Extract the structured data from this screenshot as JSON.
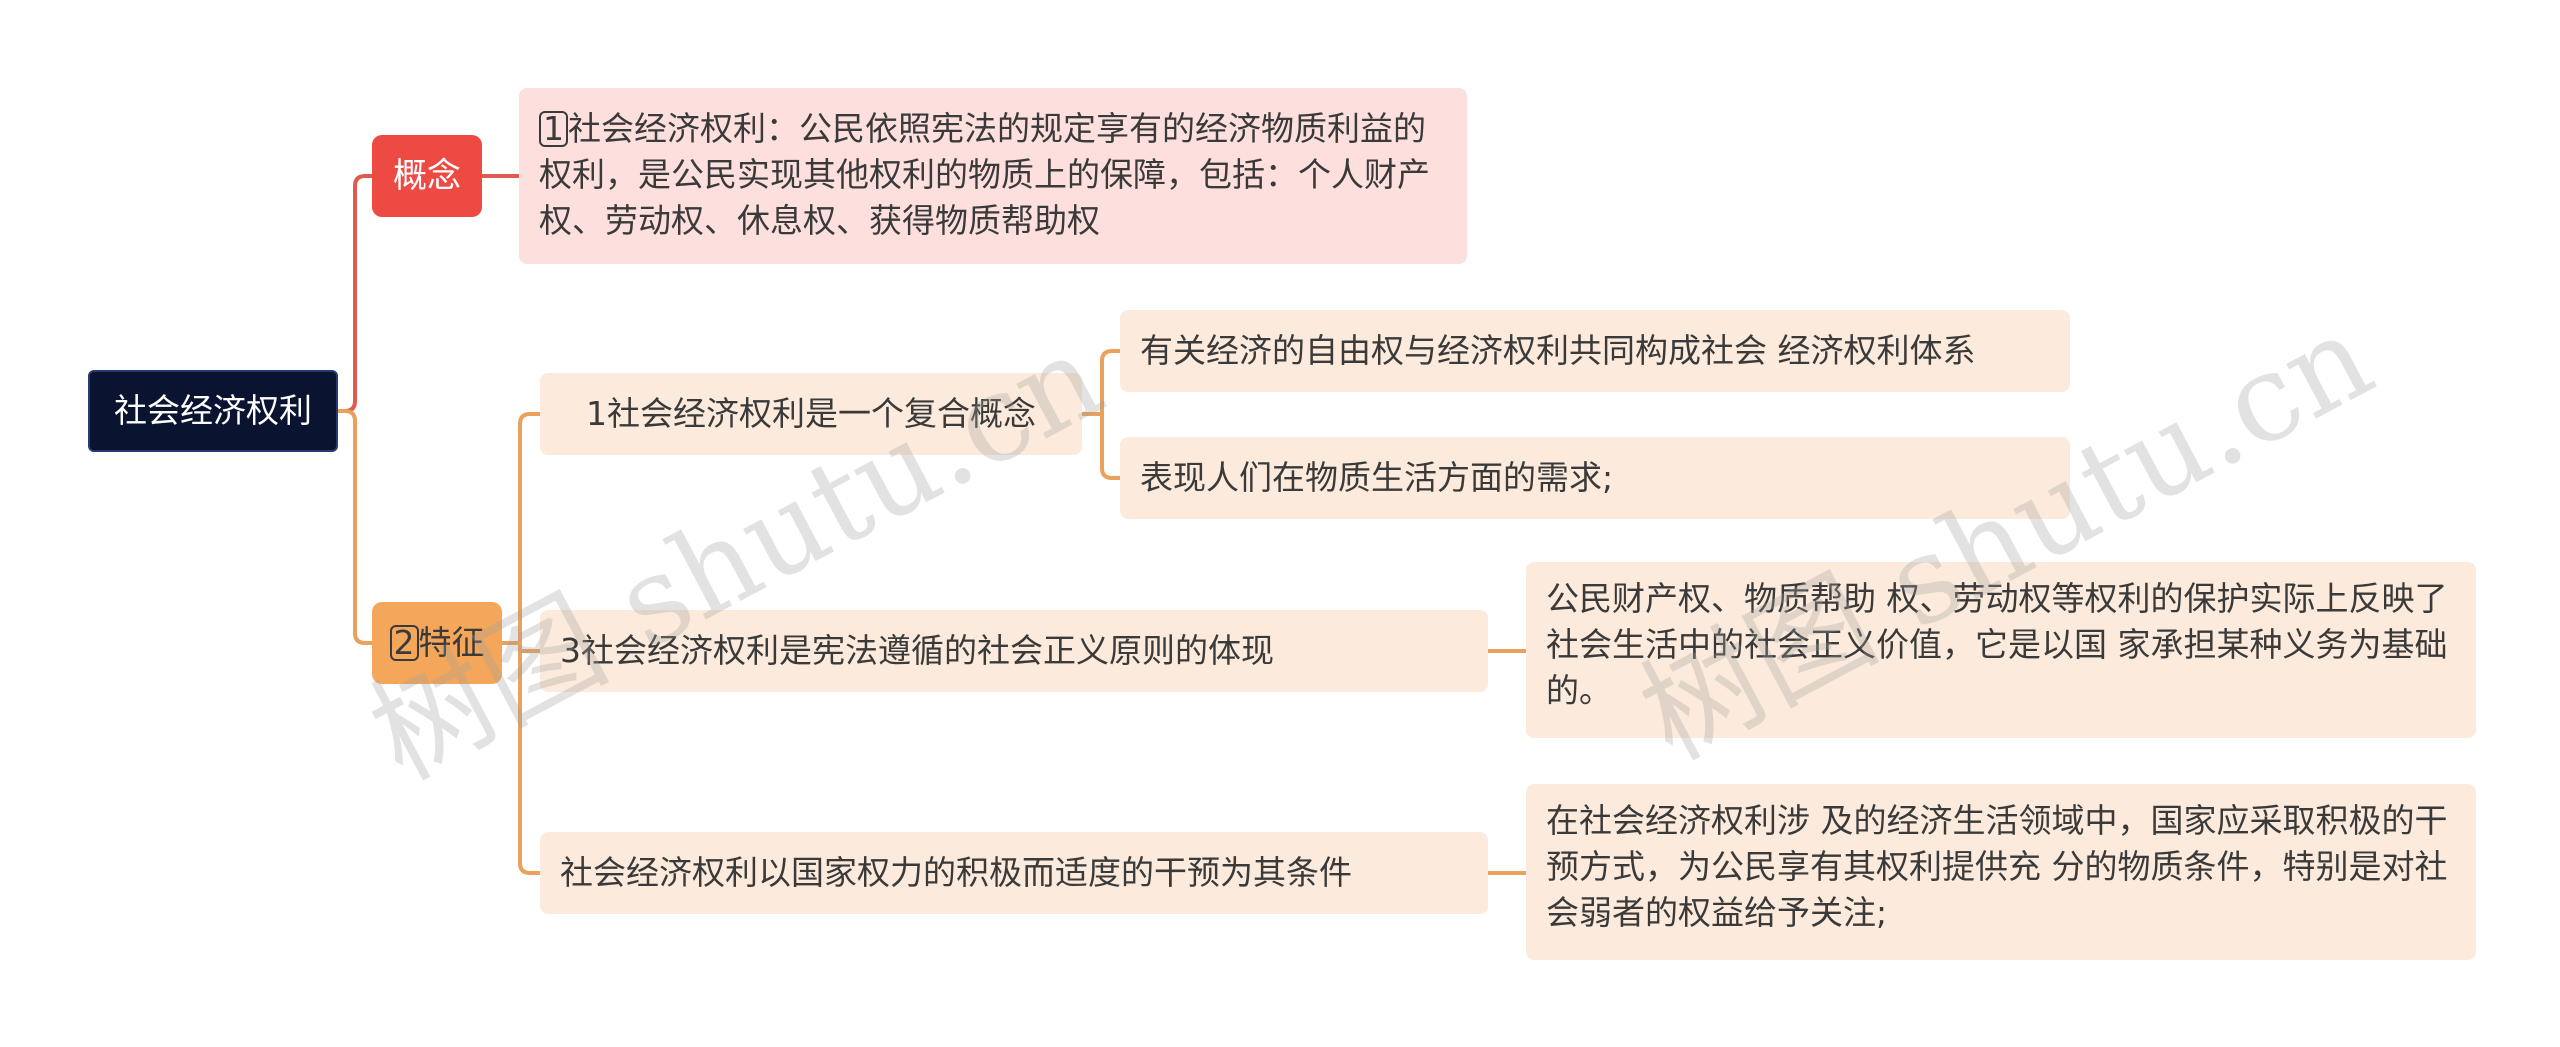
{
  "root": {
    "label": "社会经济权利"
  },
  "concept": {
    "label": "概念",
    "detail_num": "1",
    "detail_text": "社会经济权利：公民依照宪法的规定享有的经济物质利益的权利，是公民实现其他权利的物质上的保障，包括：个人财产权、劳动权、休息权、获得物质帮助权"
  },
  "feature": {
    "num": "2",
    "label": "特征",
    "branches": [
      {
        "label": "1社会经济权利是一个复合概念",
        "children": [
          "有关经济的自由权与经济权利共同构成社会 经济权利体系",
          "表现人们在物质生活方面的需求;"
        ]
      },
      {
        "label": "3社会经济权利是宪法遵循的社会正义原则的体现",
        "children": [
          "公民财产权、物质帮助 权、劳动权等权利的保护实际上反映了社会生活中的社会正义价值，它是以国 家承担某种义务为基础的。"
        ]
      },
      {
        "label": "社会经济权利以国家权力的积极而适度的干预为其条件",
        "children": [
          "在社会经济权利涉 及的经济生活领域中，国家应采取积极的干预方式，为公民享有其权利提供充 分的物质条件，特别是对社会弱者的权益给予关注;"
        ]
      }
    ]
  },
  "watermark": {
    "text": "树图 shutu.cn"
  },
  "colors": {
    "root_bg": "#0a1430",
    "concept": "#ee4a44",
    "concept_line": "#e05a4e",
    "feature": "#f4a65a",
    "feature_line": "#e9a15c",
    "light_pink": "#fde0de",
    "light_peach": "#fcebdc"
  }
}
